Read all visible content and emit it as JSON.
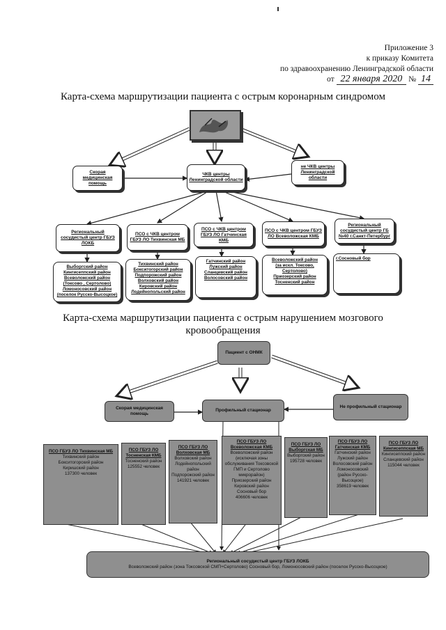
{
  "header": {
    "line1": "Приложение 3",
    "line2": "к приказу Комитета",
    "line3": "по здравоохранению Ленинградской области",
    "line4_prefix": "от",
    "date_handwritten": "22 января 2020",
    "number_label": "№",
    "number_handwritten": "14"
  },
  "acs": {
    "title": "Карта-схема маршрутизации пациента с  острым коронарным синдромом",
    "ambulance": "Скорая медицинская помощь",
    "centers": "ЧКВ центры Ленинградской области",
    "non_centers": "не ЧКВ центры Ленинградской области",
    "branches": [
      {
        "head": "Региональный сосудистый центр ГБУЗ ЛОКБ",
        "list": "Выборгский район\nКингисеппский район\nВсеволожский район\n(Токсово , Сертолово)\nЛомоносовский район\n(поселок Русско-Высоцкое)"
      },
      {
        "head": "ПСО с ЧКВ центром ГБУЗ ЛО Тихвинская МБ",
        "list": "Тихвинский район\nБокситогорский район\nПодпорожский район\nВолховский район\nКировский район\nЛодейнопольский район"
      },
      {
        "head": "ПСО с ЧКВ центром ГБУЗ ЛО Гатчинская КМБ",
        "list": "Гатчинский район\nЛужский район\nСланцевский район\nВолосовский район"
      },
      {
        "head": "ПСО с ЧКВ центром ГБУЗ ЛО Всеволожская КМБ",
        "list": "Всеволожский район\n(за искл. Токсово, Сертолово)\nПриозерский район\nТосненский район"
      },
      {
        "head": "Региональный сосудистый центр ГБ №40 г.Санкт-Петербург",
        "list": "г.Сосновый бор"
      }
    ]
  },
  "stroke": {
    "title_line1": "Карта-схема маршрутизации пациента с острым нарушением мозгового",
    "title_line2": "кровообращения",
    "patient": "Пациент с ОНМК",
    "ambulance": "Скорая медицинская помощь",
    "profile": "Профильный стационар",
    "nonprofile": "Не профильный стационар",
    "pso": [
      {
        "head": "ПСО ГБУЗ ЛО Тихвинская МБ",
        "body": "Тихвинский район\nБокситогорский район\nКиришский район\n137300 человек"
      },
      {
        "head": "ПСО ГБУЗ ЛО Тосненская КМБ",
        "body": "Тосненский район\n125552 человек"
      },
      {
        "head": "ПСО ГБУЗ ЛО Волховская МБ",
        "body": "Волховский район\nЛодейнопольский район\nПодпорожский район\n141921 человек"
      },
      {
        "head": "ПСО ГБУЗ ЛО Всеволожская КМБ",
        "body": "Всеволожский район (исключая зоны обслуживания Токсовской ГМП и Сертолово микрорайон)\nПриозерский район\nКировский район\nСосновый бор\n406606 человек"
      },
      {
        "head": "ПСО ГБУЗ ЛО Выборгская МБ",
        "body": "Выборгский район\n195728 человек"
      },
      {
        "head": "ПСО ГБУЗ ЛО Гатчинская КМБ",
        "body": "Гатчинский район\nЛужский район\nВолосовский район\nЛомоносовский (район Русско-Высоцкое)\n358619 человек"
      },
      {
        "head": "ПСО ГБУЗ ЛО Кингисеппская МБ",
        "body": "Кингисеппский район\nСланцевский район\n115044 человек"
      }
    ],
    "regional_center_line1": "Региональный сосудистый центр ГБУЗ ЛОКБ",
    "regional_center_line2": "Всеволожский район (зона Токсовской СМП+Сертолово) Сосновый бор, Ломоносовский район (поселок Русско-Высоцкое)"
  }
}
